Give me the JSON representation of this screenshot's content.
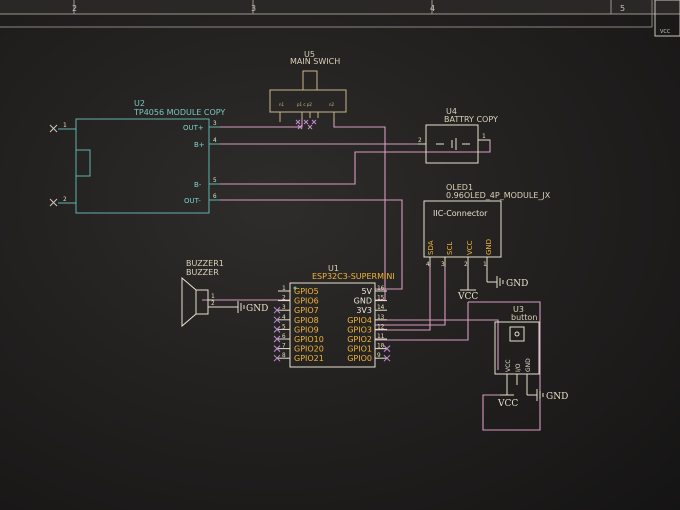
{
  "frame": {
    "columns": [
      "2",
      "3",
      "4",
      "5"
    ],
    "title_block_text": "VCC"
  },
  "components": {
    "u5": {
      "ref": "U5",
      "value": "MAIN SWICH"
    },
    "u2": {
      "ref": "U2",
      "value": "TP4056 MODULE COPY",
      "pins": [
        "OUT+",
        "B+",
        "B-",
        "OUT-"
      ],
      "pin_numbers": [
        "1",
        "2",
        "3",
        "4",
        "5",
        "6"
      ]
    },
    "u4": {
      "ref": "U4",
      "value": "BATTRY COPY",
      "pin_numbers": [
        "2",
        "1"
      ]
    },
    "oled1": {
      "ref": "OLED1",
      "value": "0.96OLED_4P_MODULE_JX",
      "connector_label": "IIC-Connector",
      "pins": [
        "SDA",
        "SCL",
        "VCC",
        "GND"
      ],
      "pin_numbers": [
        "4",
        "3",
        "2",
        "1"
      ]
    },
    "buzzer1": {
      "ref": "BUZZER1",
      "value": "BUZZER",
      "pin_numbers": [
        "1",
        "2"
      ]
    },
    "u1": {
      "ref": "U1",
      "value": "ESP32C3-SUPERMINI",
      "left_pins": [
        "GPIO5",
        "GPIO6",
        "GPIO7",
        "GPIO8",
        "GPIO9",
        "GPIO10",
        "GPIO20",
        "GPIO21"
      ],
      "left_numbers": [
        "1",
        "2",
        "3",
        "4",
        "5",
        "6",
        "7",
        "8"
      ],
      "right_pins": [
        "5V",
        "GND",
        "3V3",
        "GPIO4",
        "GPIO3",
        "GPIO2",
        "GPIO1",
        "GPIO0"
      ],
      "right_numbers": [
        "16",
        "15",
        "14",
        "13",
        "12",
        "11",
        "10",
        "9"
      ]
    },
    "u3": {
      "ref": "U3",
      "value": "button",
      "pins": [
        "VCC",
        "I/O",
        "GND"
      ]
    }
  },
  "nets": {
    "gnd": "GND",
    "vcc": "VCC"
  }
}
